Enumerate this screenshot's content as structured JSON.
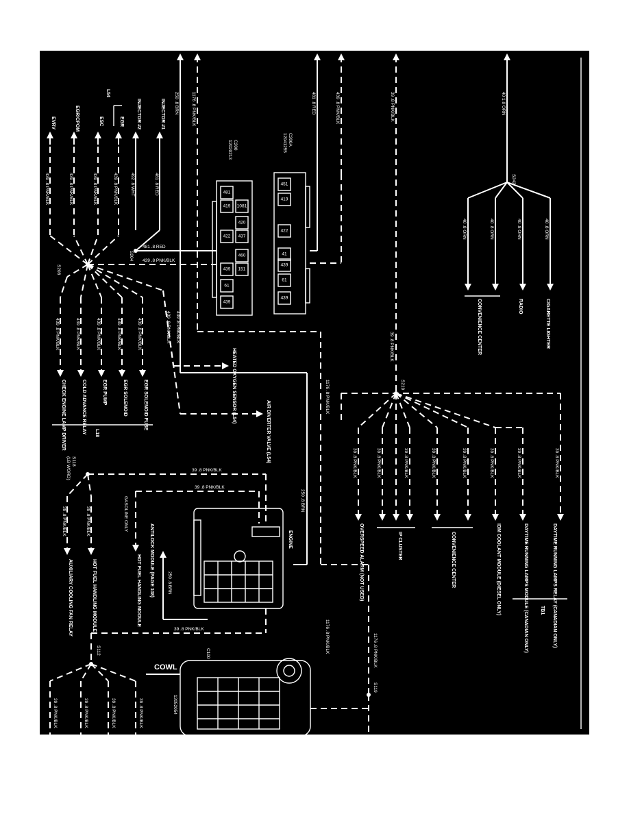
{
  "diagram": {
    "top_wires": [
      {
        "label": "250 .8 BRN"
      },
      {
        "label": "1176 .8 PNK/BLK"
      },
      {
        "label": "481 .8 RED"
      },
      {
        "label": "439 .8 PNK/BLK"
      },
      {
        "label": "39 .8 PNK/BLK"
      },
      {
        "label": "40 1.0 ORN"
      }
    ],
    "splice_s242": {
      "name": "S242",
      "wires": [
        "40 .8 ORN",
        "40 .8 ORN",
        "40 .8 ORN",
        "40 .8 ORN"
      ],
      "destinations": [
        "CIGARETTE LIGHTER",
        "RADIO",
        "CONVENIENCE CENTER"
      ]
    },
    "connector_c200": {
      "name": "C200",
      "part": "12020213",
      "pins": [
        "481",
        "419",
        "1081",
        "420",
        "422",
        "437",
        "460",
        "439",
        "151",
        "61",
        "439"
      ]
    },
    "connector_c200a": {
      "name": "C200A",
      "part": "12041255",
      "pins": [
        "451",
        "419",
        "422",
        "41",
        "439",
        "61",
        "439"
      ]
    },
    "splice_s204": {
      "name": "S204",
      "wire": "481 .8 RED"
    },
    "splice_s208": {
      "name": "S208",
      "wire": "439 .8 PNK/BLK"
    },
    "left_group": {
      "header": "L54",
      "items": [
        "INJECTOR #1",
        "INJECTOR #2",
        "EGR",
        "ESC",
        "EGR/CPOM",
        "EVRV"
      ],
      "wires": [
        "481 .8 RED",
        "492 .8 WHT",
        "439 .8 PNK/BLK",
        "439 .8 PNK/BLK",
        "439 .8 PNK/BLK",
        "439 .8 PNK/BLK"
      ]
    },
    "l18_group": {
      "name": "L18",
      "items": [
        "EGR SOLENOID FUSE",
        "EGR SOLENOID",
        "EGR PUMP",
        "COLD ADVANCE RELAY",
        "CHECK ENGINE LAMP DRIVER"
      ],
      "wires": [
        "439 .8 PNK/BLK",
        "439 .8 PNK/BLK",
        "439 .8 PNK/BLK",
        "439 .8 PNK/BLK",
        "439 .8 PNK/BLK"
      ]
    },
    "heated_o2": {
      "wire": "439 .8 PNK/BLK",
      "label": "HEATED OXYGEN SENSOR (L54)"
    },
    "air_diverter": {
      "wire": "439 .8 PNK/BLK",
      "label": "AIR DIVERTER VALVE (L54)"
    },
    "splice_s219": {
      "name": "S219",
      "wire": "39 .8 PNK/BLK",
      "wire2": "1176 .8 PNK/BLK"
    },
    "right_group": {
      "items": [
        "OVERSPEED ALARM (NOT USED)",
        "IP CLUSTER",
        "CONVENIENCE CENTER",
        "IDM COOLANT MODULE (DIESEL ONLY)",
        "DAYTIME RUNNING LAMPS MODULE (CANADIAN ONLY)",
        "DAYTIME RUNNING LAMPS RELAY (CANADIAN ONLY)"
      ],
      "wire": "39 .8 PNK/BLK",
      "tag": "TB1"
    },
    "splice_s118": {
      "name": "S118",
      "note": "(LB WORD)",
      "wires": [
        "39 .8 PNK/BLK",
        "39 .8 PNK/BLK"
      ],
      "destinations": [
        "AUXILIARY COOLING FAN RELAY",
        "HOT FUEL HANDLING MODULE"
      ]
    },
    "hot_fuel": {
      "label": "HOT FUEL HANDLING MODULE",
      "note": "GASOLINE ONLY",
      "wire": "39 .8 PNK/BLK"
    },
    "antilock": {
      "label": "ANTILOCK MODULE (PAGE 108)",
      "wire": "250 .8 BRN"
    },
    "connector_c100": {
      "name": "C100",
      "part": "12052054",
      "label": "ENGINE"
    },
    "splice_s112": {
      "name": "S112",
      "wire": "39 .8 PNK/BLK"
    },
    "splice_s119": {
      "name": "S119",
      "wire": "1176 .8 PNK/BLK"
    },
    "bottom_wires": [
      "39 .8 PNK/BLK",
      "39 .8 PNK/BLK",
      "39 .8 PNK/BLK",
      "39 .8 PNK/BLK"
    ],
    "cowl": "COWL",
    "wire_250": "250 .8 BRN",
    "wire_1176": "1176 .8 PNK/BLK"
  }
}
